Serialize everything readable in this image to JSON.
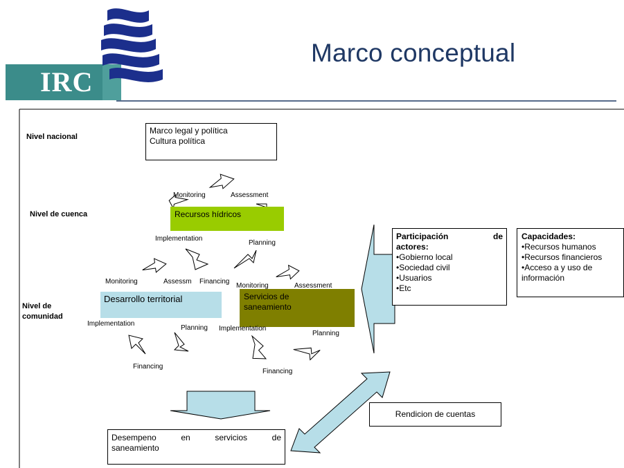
{
  "header": {
    "title": "Marco conceptual",
    "logo_text": "IRC"
  },
  "levels": {
    "nacional": "Nivel nacional",
    "cuenca": "Nivel de cuenca",
    "comunidad_line1": "Nivel de",
    "comunidad_line2": "comunidad"
  },
  "national_box": {
    "line1": "Marco legal y política",
    "line2": "Cultura política"
  },
  "basin_cycle": {
    "monitoring": "Monitoring",
    "assessment": "Assessment",
    "implementation": "Implementation",
    "planning": "Planning",
    "center": "Recursos hídricos"
  },
  "territorial_cycle": {
    "monitoring": "Monitoring",
    "assessment": "Assessm",
    "financing_top": "Financing",
    "implementation": "Implementation",
    "planning": "Planning",
    "financing": "Financing",
    "center": "Desarrollo territorial"
  },
  "sanitation_cycle": {
    "monitoring": "Monitoring",
    "assessment": "Assessment",
    "implementation": "Implementation",
    "planning": "Planning",
    "financing": "Financing",
    "center_line1": "Servicios de",
    "center_line2": "saneamiento"
  },
  "actors_box": {
    "title_word1": "Participación",
    "title_word2": "de",
    "title_line2": "actores:",
    "items": [
      "•Gobierno local",
      "•Sociedad civil",
      "•Usuarios",
      "•Etc"
    ]
  },
  "capacities_box": {
    "title": "Capacidades:",
    "items": [
      "•Recursos humanos",
      "•Recursos financieros",
      "•Acceso a y uso de",
      "información"
    ]
  },
  "accountability": "Rendicion de cuentas",
  "performance_box": {
    "w1": "Desempeno",
    "w2": "en",
    "w3": "servicios",
    "w4": "de",
    "line2": "saneamiento"
  },
  "colors": {
    "title": "#1f3864",
    "logo_teal": "#3b8c8a",
    "logo_navy": "#1c2f8c",
    "green_box": "#99cc00",
    "cyan": "#b7dee8",
    "olive": "#7f7f00"
  }
}
